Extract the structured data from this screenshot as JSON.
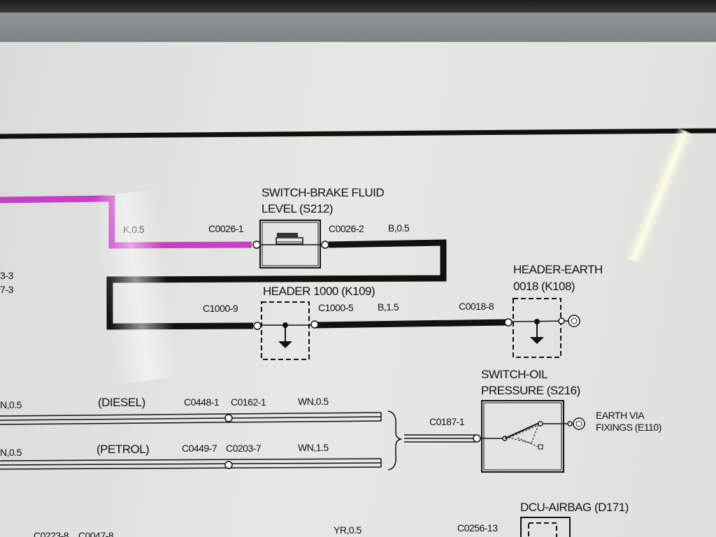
{
  "components": {
    "brake_switch": {
      "line1": "SWITCH-BRAKE FLUID",
      "line2": "LEVEL (S212)"
    },
    "header_1000": {
      "name": "HEADER 1000 (K109)"
    },
    "header_earth": {
      "line1": "HEADER-EARTH",
      "line2": "0018 (K108)"
    },
    "oil_switch": {
      "line1": "SWITCH-OIL",
      "line2": "PRESSURE (S216)"
    },
    "earth_fixings": {
      "line1": "EARTH VIA",
      "line2": "FIXINGS (E110)"
    },
    "dcu_airbag": {
      "name": "DCU-AIRBAG (D171)"
    }
  },
  "connectors": {
    "c0026_1": "C0026-1",
    "c0026_2": "C0026-2",
    "c1000_9": "C1000-9",
    "c1000_5": "C1000-5",
    "c0018_8": "C0018-8",
    "c0448_1": "C0448-1",
    "c0162_1": "C0162-1",
    "c0449_7": "C0449-7",
    "c0203_7": "C0203-7",
    "c0187_1": "C0187-1",
    "c0223_8": "C0223-8",
    "c0047_8": "C0047-8",
    "c0256_13": "C0256-13"
  },
  "wires": {
    "k_05": "K,0.5",
    "b_05": "B,0.5",
    "b_15": "B,1.5",
    "wn_05_left": "N,0.5",
    "wn_05_right": "WN,0.5",
    "wn_05_left2": "N,0.5",
    "wn_15": "WN,1.5",
    "yr_05": "YR,0.5"
  },
  "variants": {
    "diesel": "(DIESEL)",
    "petrol": "(PETROL)"
  },
  "edge_labels": {
    "top": "3-3",
    "bottom": "7-3"
  },
  "colors": {
    "wire_pink": "#c83fc4",
    "wire_black": "#111111"
  }
}
